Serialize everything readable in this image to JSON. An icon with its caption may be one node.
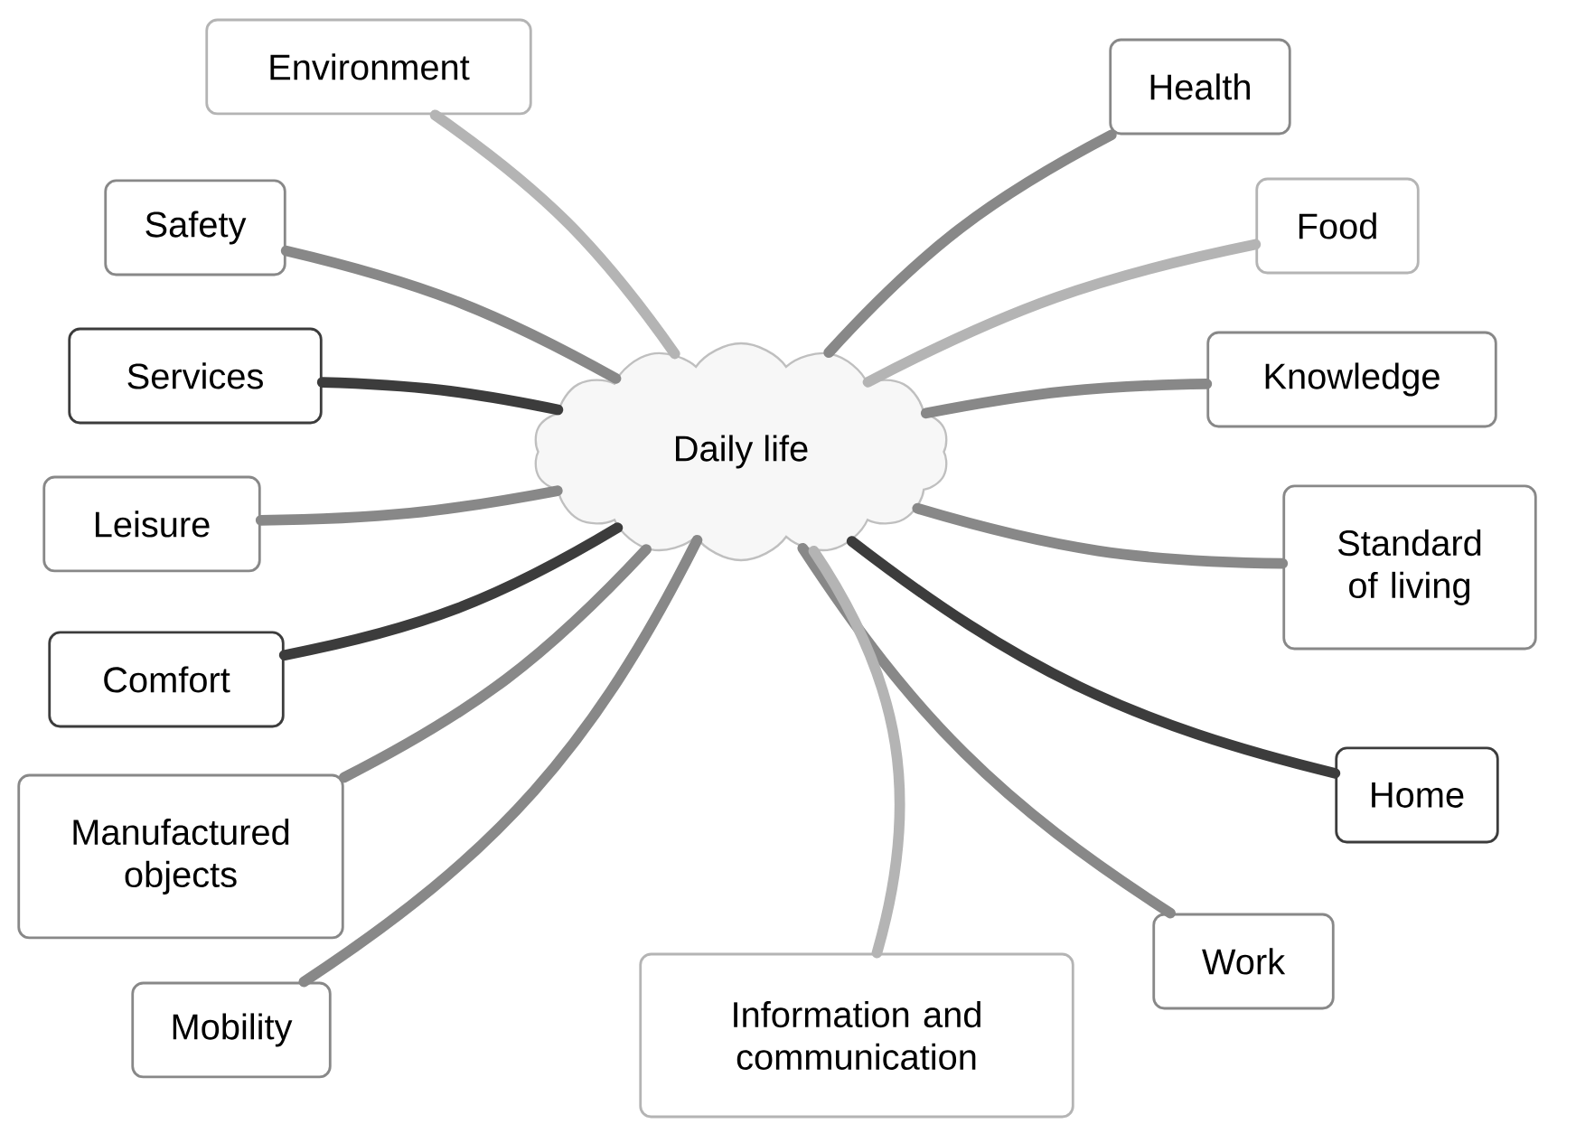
{
  "diagram": {
    "nodes": [
      {
        "text": [
          "Daily life"
        ]
      },
      {
        "text": [
          "Environment"
        ]
      },
      {
        "text": [
          "Health"
        ]
      },
      {
        "text": [
          "Safety"
        ]
      },
      {
        "text": [
          "Food"
        ]
      },
      {
        "text": [
          "Services"
        ]
      },
      {
        "text": [
          "Knowledge"
        ]
      },
      {
        "text": [
          "Leisure"
        ]
      },
      {
        "text": [
          "Standard of living"
        ]
      },
      {
        "text": [
          "Comfort"
        ]
      },
      {
        "text": [
          "Home"
        ]
      },
      {
        "text": [
          "Manufactured objects"
        ]
      },
      {
        "text": [
          "Work"
        ]
      },
      {
        "text": [
          "Mobility"
        ]
      },
      {
        "text": [
          "Information and communication"
        ]
      }
    ],
    "edges": [
      {
        "from": 0,
        "to": 1,
        "arrow": "none",
        "color": "#b4b4b4"
      },
      {
        "from": 0,
        "to": 2,
        "arrow": "none"
      },
      {
        "from": 0,
        "to": 3,
        "arrow": "none"
      },
      {
        "from": 0,
        "to": 4,
        "arrow": "none",
        "color": "#b4b4b4"
      },
      {
        "from": 0,
        "to": 5,
        "arrow": "none",
        "color": "#3c3c3c"
      },
      {
        "from": 0,
        "to": 6,
        "arrow": "none"
      },
      {
        "from": 0,
        "to": 7,
        "arrow": "none"
      },
      {
        "from": 0,
        "to": 8,
        "arrow": "none"
      },
      {
        "from": 0,
        "to": 9,
        "arrow": "none",
        "color": "#3c3c3c"
      },
      {
        "from": 0,
        "to": 10,
        "arrow": "none",
        "color": "#3c3c3c"
      },
      {
        "from": 0,
        "to": 11,
        "arrow": "none"
      },
      {
        "from": 0,
        "to": 12,
        "arrow": "none"
      },
      {
        "from": 0,
        "to": 13,
        "arrow": "none"
      },
      {
        "from": 0,
        "to": 14,
        "arrow": "none",
        "color": "#b4b4b4"
      }
    ]
  }
}
